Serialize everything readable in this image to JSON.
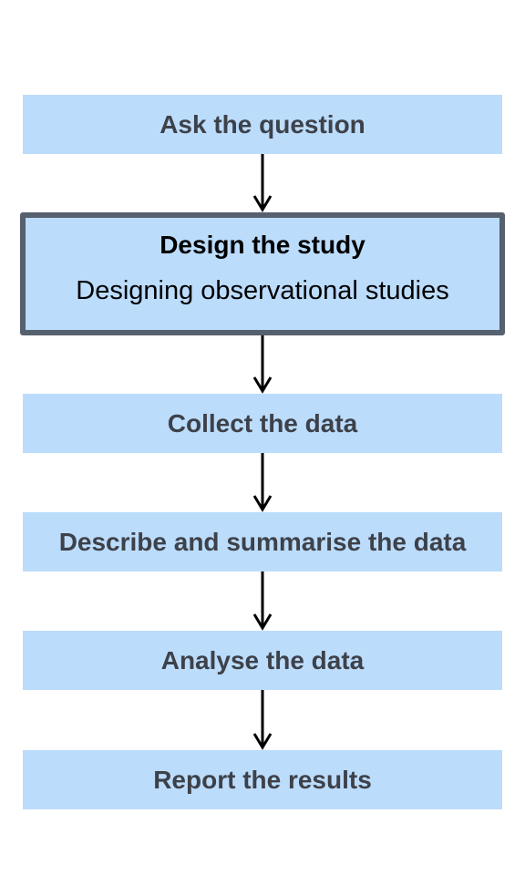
{
  "steps": [
    {
      "label": "Ask the question"
    },
    {
      "label": "Design the study",
      "sublabel": "Designing observational studies",
      "current": true
    },
    {
      "label": "Collect the data"
    },
    {
      "label": "Describe and summarise the data"
    },
    {
      "label": "Analyse the data"
    },
    {
      "label": "Report the results"
    }
  ],
  "colors": {
    "box_fill": "#bcdcfc",
    "box_text": "#3d4149",
    "current_border": "#56606e",
    "current_text": "#000000",
    "arrow": "#000000"
  },
  "icons": {
    "connector": "down-arrow-icon"
  }
}
